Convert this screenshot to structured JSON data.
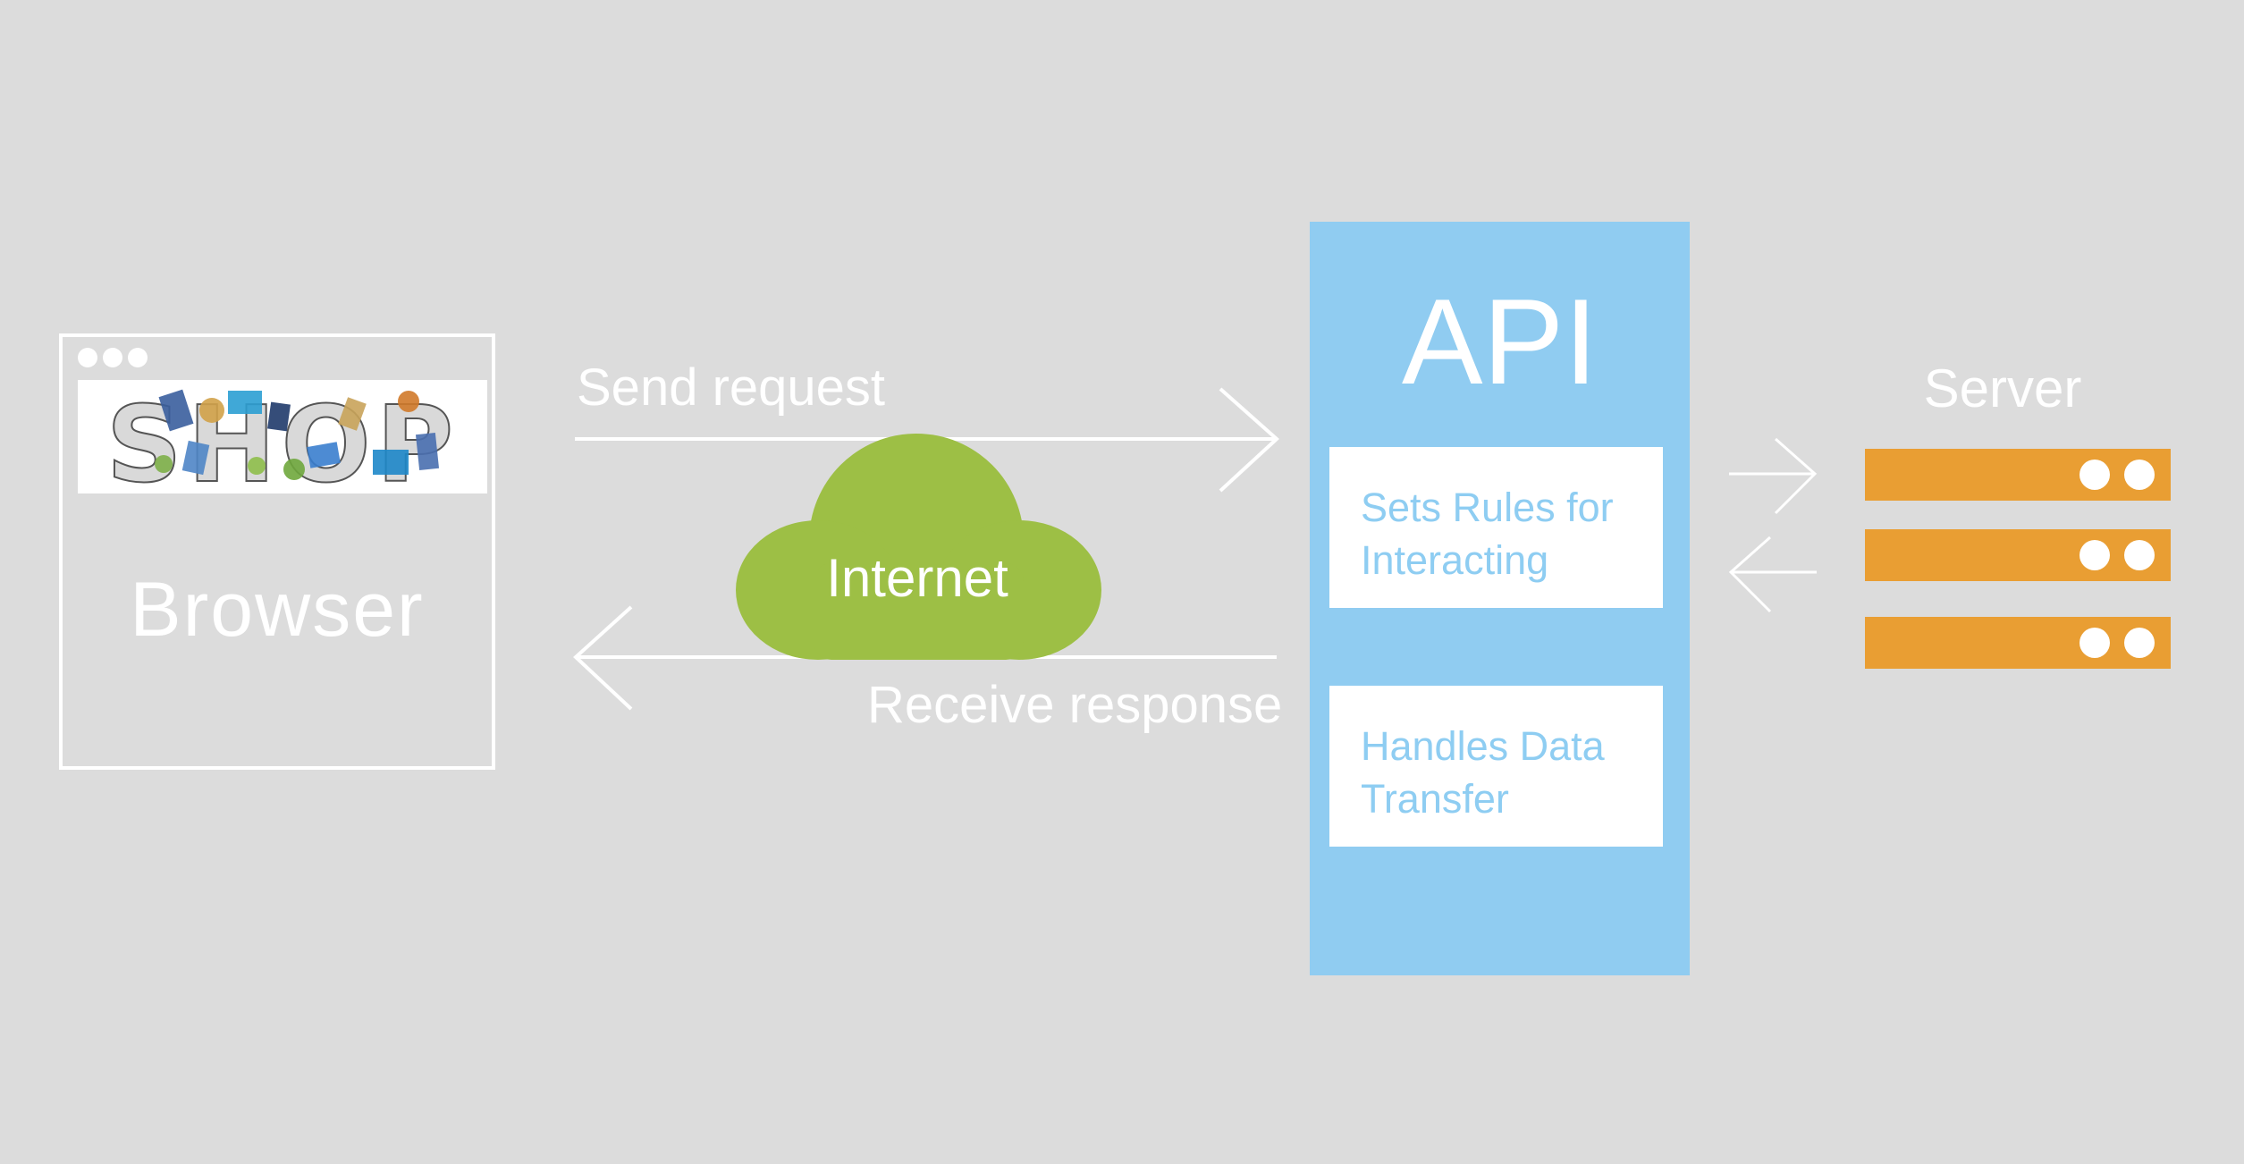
{
  "browser": {
    "banner_text": "SHOP",
    "label": "Browser"
  },
  "flow": {
    "send_label": "Send request",
    "receive_label": "Receive response",
    "internet_label": "Internet"
  },
  "api": {
    "title": "API",
    "boxes": [
      {
        "line1": "Sets Rules for",
        "line2": "Interacting"
      },
      {
        "line1": "Handles Data",
        "line2": "Transfer"
      }
    ]
  },
  "server": {
    "label": "Server"
  },
  "colors": {
    "background": "#dcdcdc",
    "api_blue": "#90ccf1",
    "cloud_green": "#9dbf45",
    "server_orange": "#e99e33",
    "line_white": "#ffffff"
  }
}
